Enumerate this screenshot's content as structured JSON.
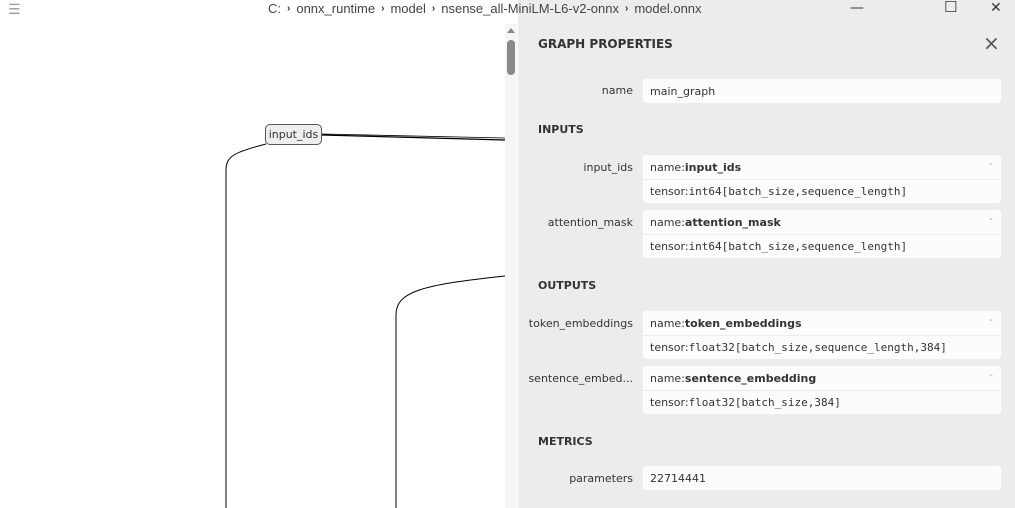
{
  "breadcrumb": [
    "C:",
    "onnx_runtime",
    "model",
    "nsense_all-MiniLM-L6-v2-onnx",
    "model.onnx"
  ],
  "graph": {
    "node_label": "input_ids"
  },
  "window": {
    "minimize": "—",
    "maximize": "☐",
    "close": "✕"
  },
  "panel": {
    "title": "GRAPH PROPERTIES",
    "name_label": "name",
    "name_value": "main_graph",
    "inputs_header": "INPUTS",
    "inputs": [
      {
        "label": "input_ids",
        "name_prefix": "name: ",
        "name": "input_ids",
        "tensor_prefix": "tensor: ",
        "tensor": "int64[batch_size,sequence_length]"
      },
      {
        "label": "attention_mask",
        "name_prefix": "name: ",
        "name": "attention_mask",
        "tensor_prefix": "tensor: ",
        "tensor": "int64[batch_size,sequence_length]"
      }
    ],
    "outputs_header": "OUTPUTS",
    "outputs": [
      {
        "label": "token_embeddings",
        "name_prefix": "name: ",
        "name": "token_embeddings",
        "tensor_prefix": "tensor: ",
        "tensor": "float32[batch_size,sequence_length,384]"
      },
      {
        "label": "sentence_embed...",
        "name_prefix": "name: ",
        "name": "sentence_embedding",
        "tensor_prefix": "tensor: ",
        "tensor": "float32[batch_size,384]"
      }
    ],
    "metrics_header": "METRICS",
    "parameters_label": "parameters",
    "parameters_value": "22714441",
    "collapse": "-"
  }
}
